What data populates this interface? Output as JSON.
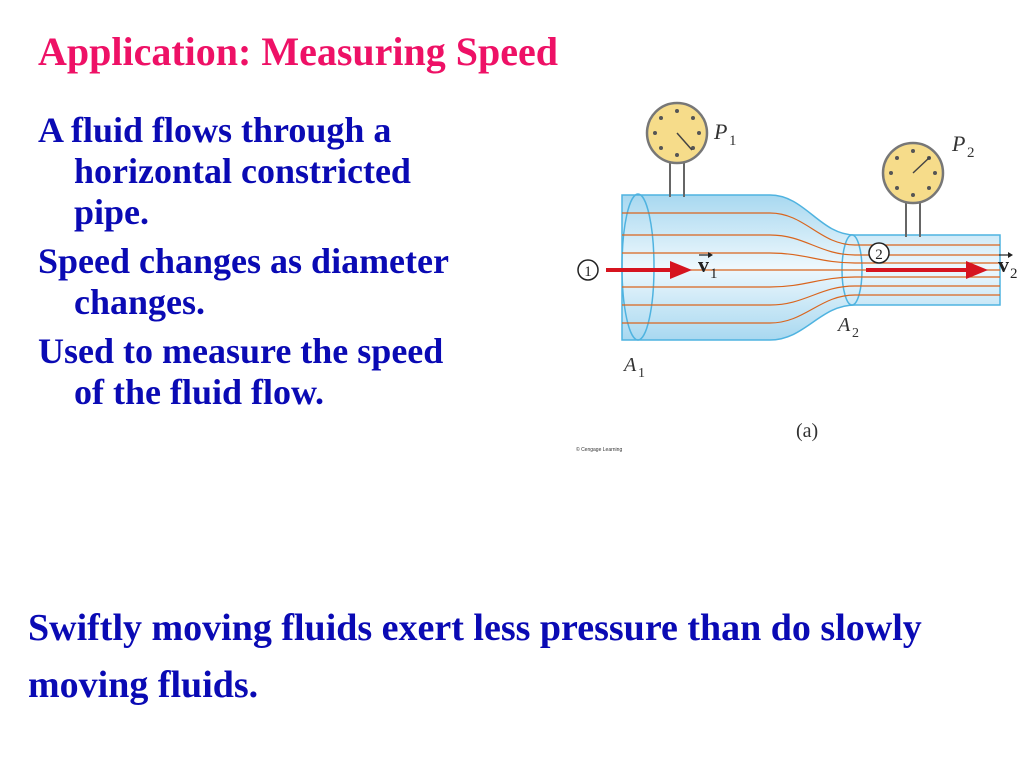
{
  "slide": {
    "title": "Application: Measuring Speed",
    "bullets": [
      "A fluid flows through a horizontal constricted pipe.",
      "Speed changes as diameter changes.",
      "Used to measure the speed of the fluid flow."
    ],
    "bottom_text": "Swiftly moving fluids exert less pressure than do slowly moving fluids."
  },
  "figure": {
    "label_p1": "P",
    "label_p1_sub": "1",
    "label_p2": "P",
    "label_p2_sub": "2",
    "label_a1": "A",
    "label_a1_sub": "1",
    "label_a2": "A",
    "label_a2_sub": "2",
    "label_v1": "v",
    "label_v1_sub": "1",
    "label_v2": "v",
    "label_v2_sub": "2",
    "point_1": "1",
    "point_2": "2",
    "caption": "(a)",
    "credit": "© Cengage Learning",
    "colors": {
      "pipe_fill": "#cfeaf7",
      "pipe_edge": "#4fb3e0",
      "streamline": "#d9651e",
      "arrow": "#d6141f",
      "gauge_face": "#f6dc8a"
    }
  }
}
